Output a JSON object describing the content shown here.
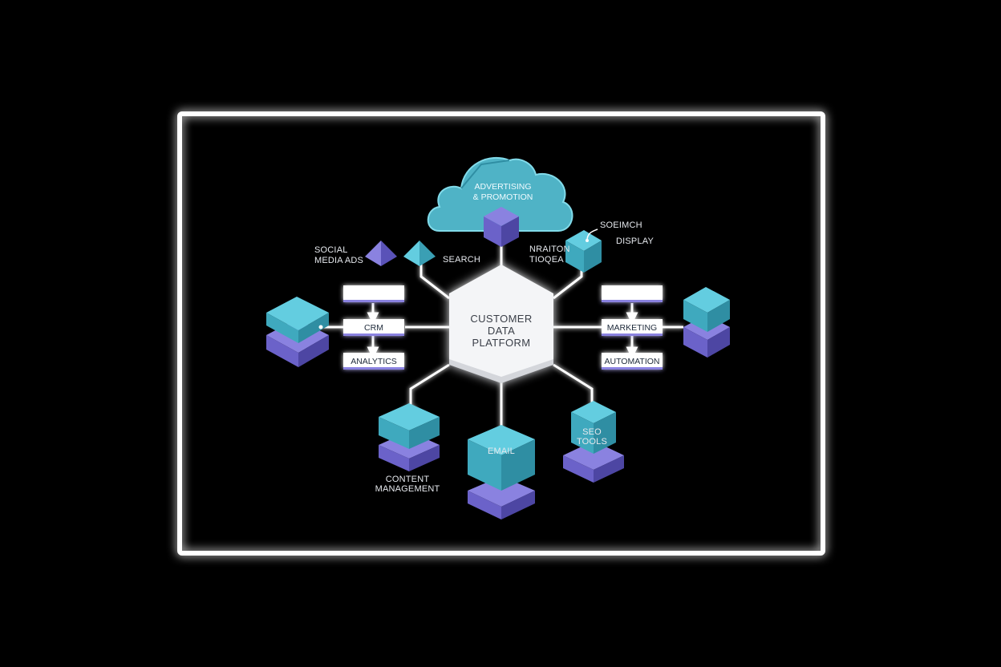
{
  "hub": {
    "lines": [
      "Customer",
      "Data",
      "Platform"
    ]
  },
  "cloud": {
    "lines": [
      "Advertising",
      "& Promotion"
    ]
  },
  "labels": {
    "social_media_ads": [
      "Social",
      "Media Ads"
    ],
    "search": "Search",
    "search_top": "Soeimch",
    "display": "Display",
    "notion": [
      "Nraiton",
      "Tioqea"
    ],
    "crm": "CRM",
    "analytics": "Analytics",
    "marketing": "Marketing",
    "automation": "Automation",
    "email": "Email",
    "seo_tools": [
      "SEO",
      "Tools"
    ],
    "content_management": [
      "Content",
      "Management"
    ]
  },
  "colors": {
    "background": "#000000",
    "frame": "#ffffff",
    "teal": "#49b3c9",
    "teal_light": "#63cde0",
    "teal_dark": "#2f8ea3",
    "purple": "#6b62c9",
    "purple_light": "#8a82e0",
    "purple_dark": "#4d46a3",
    "hub": "#f4f5f7",
    "line": "#ffffff"
  }
}
